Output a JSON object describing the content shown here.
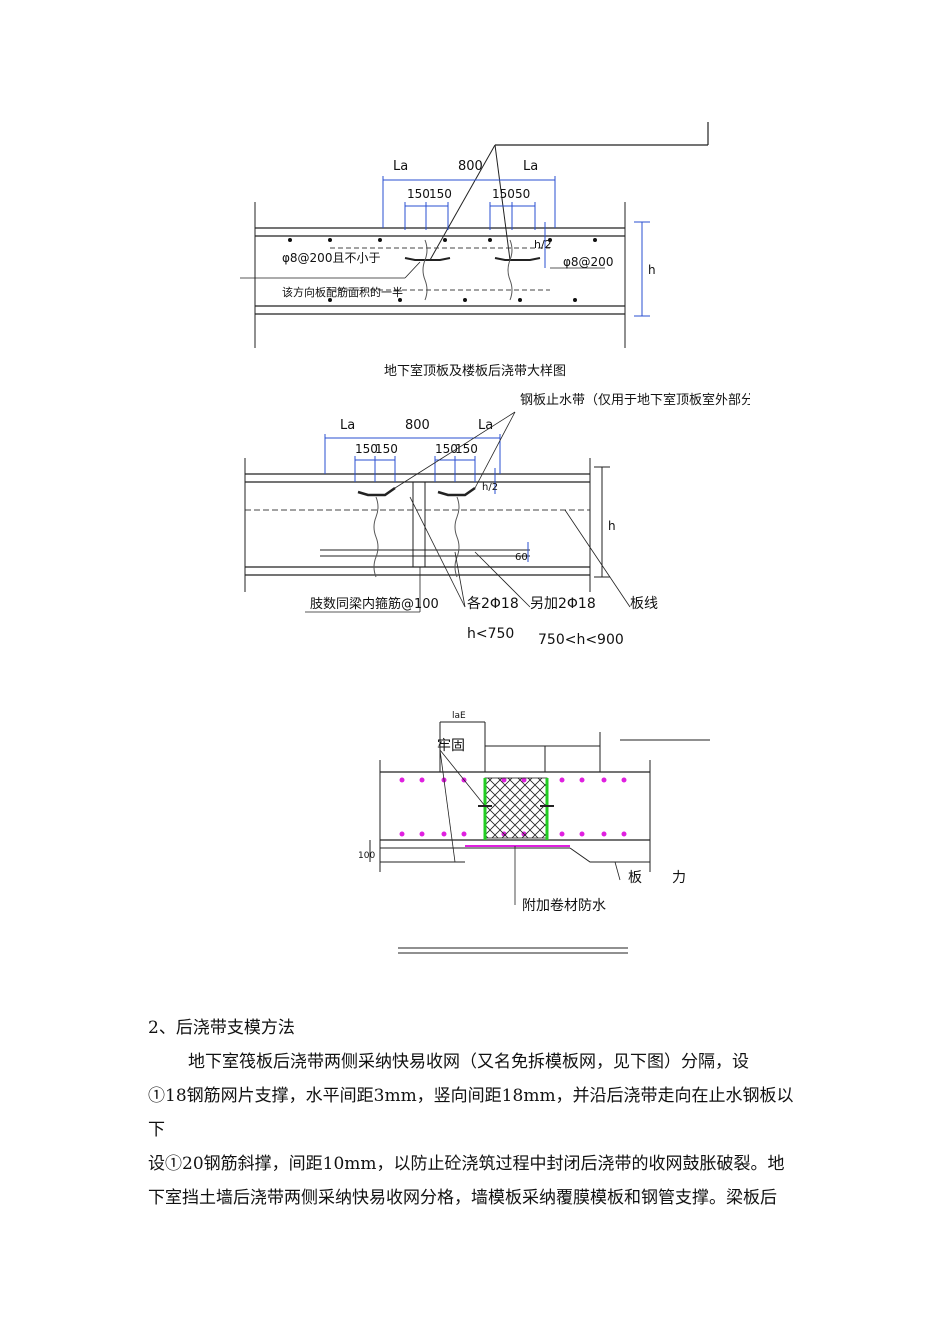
{
  "figure1": {
    "dims": {
      "la_left": "La",
      "span": "800",
      "la_right": "La",
      "left_a": "150",
      "left_b": "150",
      "right_a": "150",
      "right_b": "50",
      "h2": "h/2",
      "h": "h"
    },
    "annotations": {
      "left_line1": "φ8@200且不小于",
      "left_line2": "该方向板配筋面积的一半",
      "right": "φ8@200"
    },
    "caption": "地下室顶板及楼板后浇带大样图"
  },
  "figure2": {
    "dims": {
      "la_left": "La",
      "span": "800",
      "la_right": "La",
      "left_a": "150",
      "left_b": "150",
      "right_a": "150",
      "right_b": "150",
      "h2": "h/2",
      "h": "h",
      "d60": "60"
    },
    "annotations": {
      "waterstop": "钢板止水带（仅用于地下室顶板室外部分）",
      "stirrup": "肢数同梁内箍筋@100",
      "bars_each": "各2Φ18",
      "h_less": "h<750",
      "extra_bars": "另加2Φ18",
      "h_range": "750<h<900",
      "slab_line": "板线"
    }
  },
  "figure3": {
    "dims": {
      "top": "laE",
      "d100": "100"
    },
    "annotations": {
      "secure": "牢固",
      "slab": "板",
      "force": "力",
      "waterproof": "附加卷材防水"
    },
    "colors": {
      "bars": "#e020e0",
      "mesh_sides": "#22cc22"
    }
  },
  "section": {
    "heading": "2、后浇带支模方法",
    "lines": [
      "地下室筏板后浇带两侧采纳快易收网（又名免拆模板网，见下图）分隔，设",
      "①18钢筋网片支撑，水平间距3mm，竖向间距18mm，并沿后浇带走向在止水钢板以下",
      "设①20钢筋斜撑，间距10mm，以防止砼浇筑过程中封闭后浇带的收网鼓胀破裂。地",
      "下室挡土墙后浇带两侧采纳快易收网分格，墙模板采纳覆膜模板和钢管支撑。梁板后"
    ]
  }
}
